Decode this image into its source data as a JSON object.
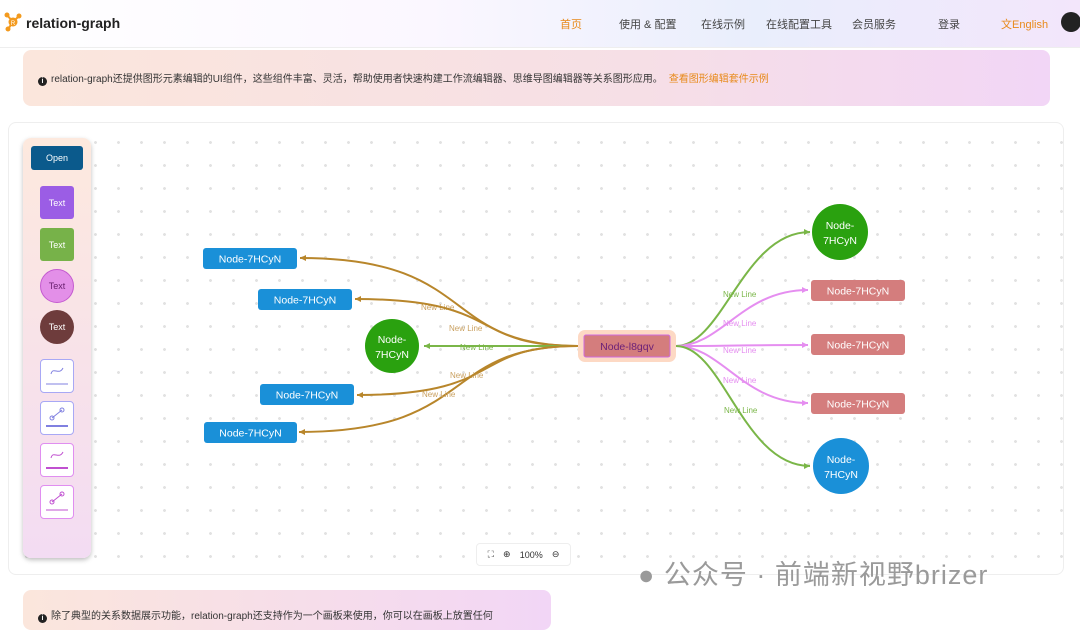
{
  "header": {
    "brand": "relation-graph",
    "nav": [
      "首页",
      "使用 & 配置",
      "在线示例",
      "在线配置工具",
      "会员服务",
      "登录"
    ],
    "lang": "English"
  },
  "notice": {
    "text": "relation-graph还提供图形元素编辑的UI组件，这些组件丰富、灵活，帮助使用者快速构建工作流编辑器、思维导图编辑器等关系图形应用。",
    "link": "查看图形编辑套件示例"
  },
  "toolbar": {
    "open": "Open",
    "items": [
      "Text",
      "Text",
      "Text",
      "Text"
    ]
  },
  "graph": {
    "center": "Node-l8gqv",
    "left_nodes": [
      "Node-7HCyN",
      "Node-7HCyN",
      "Node-7HCyN",
      "Node-7HCyN",
      "Node-7HCyN"
    ],
    "right_nodes": [
      "Node-7HCyN",
      "Node-7HCyN",
      "Node-7HCyN",
      "Node-7HCyN",
      "Node-7HCyN"
    ],
    "edge_label": "New Line",
    "colors": {
      "brown": "#b8862b",
      "green": "#7ab648",
      "pink": "#e58ef0",
      "blue": "#1a90d8",
      "greenNode": "#2aa10f",
      "redNode": "#d47d7d"
    }
  },
  "zoom": {
    "level": "100%"
  },
  "watermark": "公众号 · 前端新视野brizer",
  "notice2": {
    "text": "除了典型的关系数据展示功能，relation-graph还支持作为一个画板来使用，你可以在画板上放置任何"
  }
}
